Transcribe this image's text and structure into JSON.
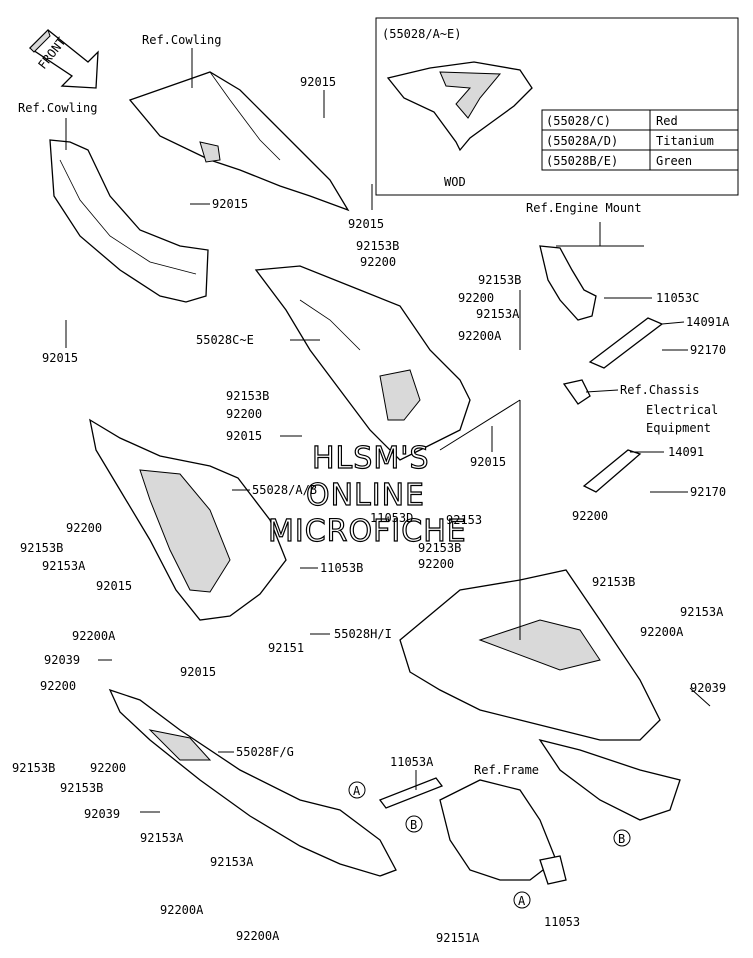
{
  "front_arrow": "FRONT",
  "inset": {
    "title": "(55028/A~E)",
    "caption": "WOD",
    "table": [
      {
        "code": "(55028/C)",
        "color": "Red"
      },
      {
        "code": "(55028A/D)",
        "color": "Titanium"
      },
      {
        "code": "(55028B/E)",
        "color": "Green"
      }
    ]
  },
  "watermark": [
    "HLSM'S",
    "ONLINE",
    "MICROFICHE"
  ],
  "callouts": {
    "A": "A",
    "B": "B"
  },
  "labels": {
    "ref_cowling_top": "Ref.Cowling",
    "ref_cowling_left": "Ref.Cowling",
    "ref_engine_mount": "Ref.Engine Mount",
    "ref_chassis_1": "Ref.Chassis",
    "ref_chassis_2": "Electrical",
    "ref_chassis_3": "Equipment",
    "ref_frame": "Ref.Frame",
    "p92015_a": "92015",
    "p92015_b": "92015",
    "p92015_c": "92015",
    "p92015_d": "92015",
    "p92015_e": "92015",
    "p92015_f": "92015",
    "p92015_g": "92015",
    "p92015_h": "92015",
    "p92153B_a": "92153B",
    "p92200_a": "92200",
    "p92153B_b": "92153B",
    "p92200_b": "92200",
    "p92153A_a": "92153A",
    "p92200A_a": "92200A",
    "p55028CE": "55028C~E",
    "p11053C": "11053C",
    "p14091A": "14091A",
    "p92170_a": "92170",
    "p14091": "14091",
    "p92170_b": "92170",
    "p92153B_c": "92153B",
    "p92200_c": "92200",
    "p55028AB": "55028/A/B",
    "p11053D": "11053D",
    "p92153_a": "92153",
    "p92153B_d": "92153B",
    "p92200_d": "92200",
    "p92200_e": "92200",
    "p92153B_e": "92153B",
    "p92153A_b": "92153A",
    "p92200A_b": "92200A",
    "p11053B": "11053B",
    "p92151": "92151",
    "p92200_f": "92200",
    "p92153B_f": "92153B",
    "p55028HI": "55028H/I",
    "p92153A_c": "92153A",
    "p92200A_c": "92200A",
    "p92039_a": "92039",
    "p92039_b": "92039",
    "p92200_g": "92200",
    "p92153B_g": "92153B",
    "p92153B_h": "92153B",
    "p92200_h": "92200",
    "p55028FG": "55028F/G",
    "p92039_c": "92039",
    "p11053A": "11053A",
    "p92153A_d": "92153A",
    "p92200A_d": "92200A",
    "p92153A_e": "92153A",
    "p92200A_e": "92200A",
    "p92151A": "92151A",
    "p11053": "11053"
  }
}
